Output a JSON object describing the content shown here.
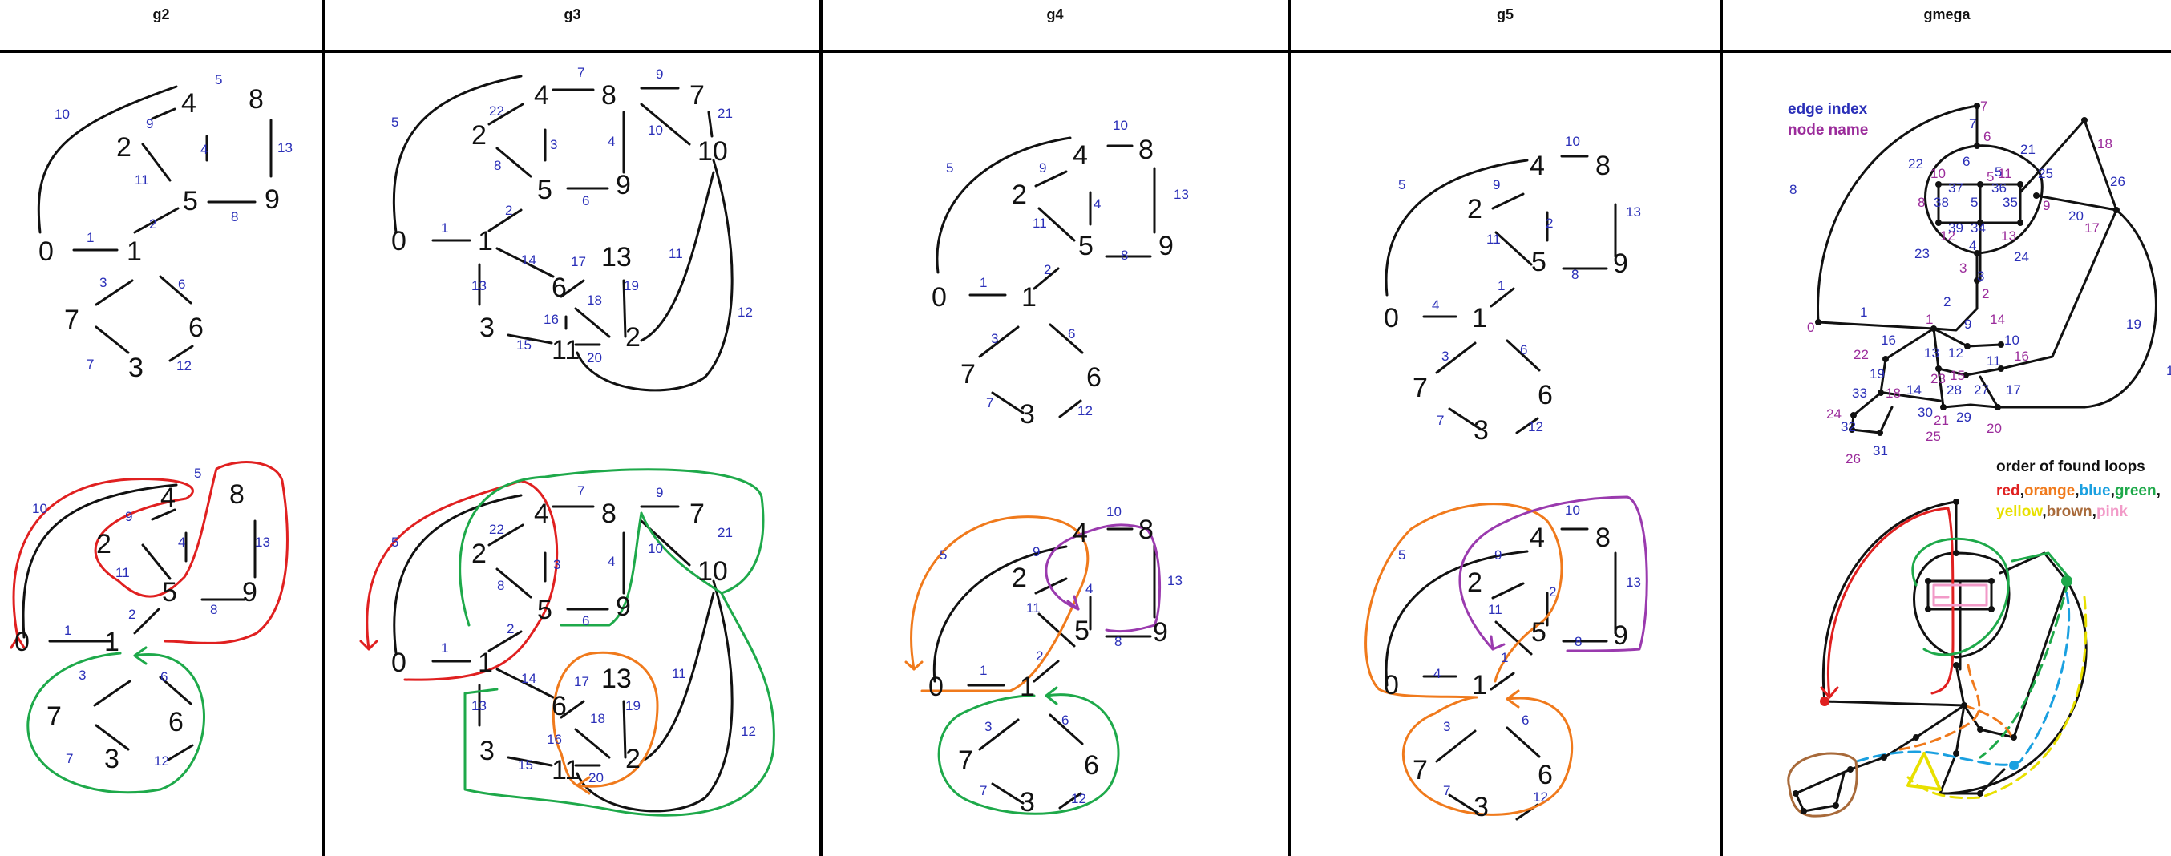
{
  "panels": [
    {
      "id": "g2",
      "title": "g2"
    },
    {
      "id": "g3",
      "title": "g3"
    },
    {
      "id": "g4",
      "title": "g4"
    },
    {
      "id": "g5",
      "title": "g5"
    },
    {
      "id": "gmega",
      "title": "gmega"
    }
  ],
  "gmega_legend": {
    "edge_index_label": "edge index",
    "node_name_label": "node name",
    "order_title": "order of found loops",
    "order_colors": [
      "red",
      "orange",
      "blue",
      "green",
      "yellow",
      "brown",
      "pink"
    ],
    "order_hex": {
      "red": "#e02020",
      "orange": "#f07a1c",
      "blue": "#1aa0e0",
      "green": "#1ea94a",
      "yellow": "#e8e000",
      "brown": "#a86a3a",
      "pink": "#f29ac8"
    }
  },
  "colors": {
    "edge_label": "#2a2fb8",
    "node_label": "#9b2c9b",
    "red": "#e02020",
    "orange": "#f07a1c",
    "green": "#1ea94a",
    "purple": "#9a3aae",
    "blue": "#1aa0e0"
  }
}
